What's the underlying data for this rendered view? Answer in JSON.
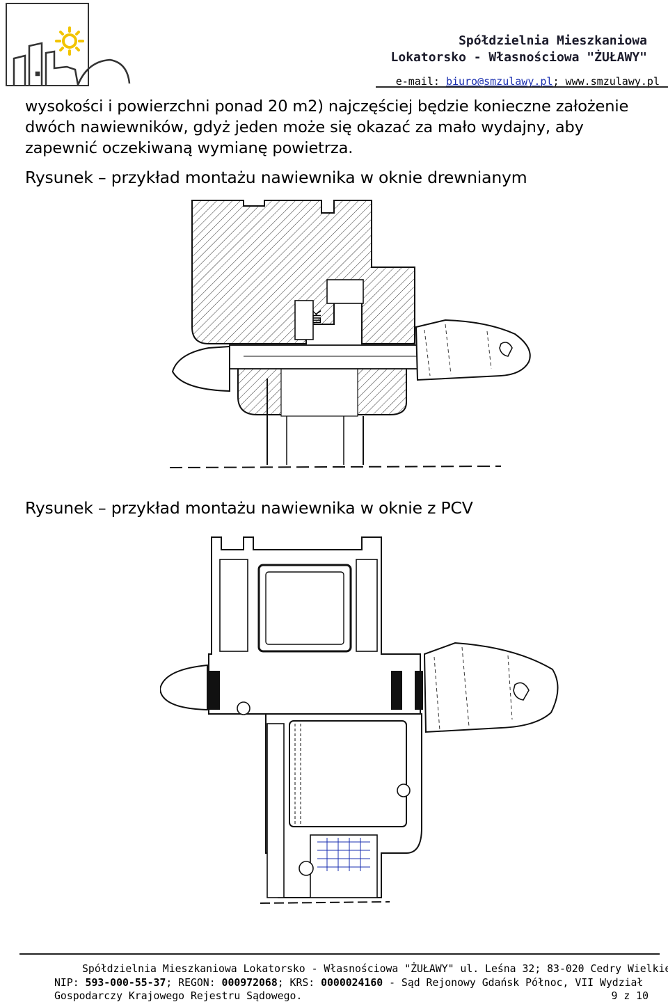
{
  "header": {
    "org_line1": "Spółdzielnia Mieszkaniowa",
    "org_line2": "Lokatorsko - Własnościowa \"ŻUŁAWY\"",
    "email_prefix": "e-mail: ",
    "email": "biuro@smzulawy.pl",
    "separator": "; ",
    "website": "www.smzulawy.pl"
  },
  "body": {
    "paragraph_lines": [
      "wysokości i powierzchni ponad 20 m2) najczęściej będzie konieczne założenie",
      "dwóch nawiewników, gdyż jeden może się okazać za mało wydajny, aby",
      "zapewnić oczekiwaną wymianę powietrza."
    ],
    "caption_wood": "Rysunek – przykład montażu nawiewnika w oknie drewnianym",
    "caption_pvc": "Rysunek – przykład montażu nawiewnika w oknie z PCV"
  },
  "footer": {
    "line1": "Spółdzielnia Mieszkaniowa Lokatorsko - Własnościowa \"ŻUŁAWY\" ul. Leśna 32; 83-020 Cedry Wielkie",
    "nip_label": "NIP: ",
    "nip": "593-000-55-37",
    "regon_label": "; REGON: ",
    "regon": "000972068",
    "krs_label": "; KRS: ",
    "krs": "0000024160",
    "court": " - Sąd Rejonowy Gdańsk Północ, VII Wydział",
    "line3": "Gospodarczy Krajowego Rejestru Sądowego.",
    "page": "9 z 10"
  },
  "colors": {
    "link": "#1a2fb0",
    "logo_sun": "#f2c400",
    "line": "#222222"
  }
}
